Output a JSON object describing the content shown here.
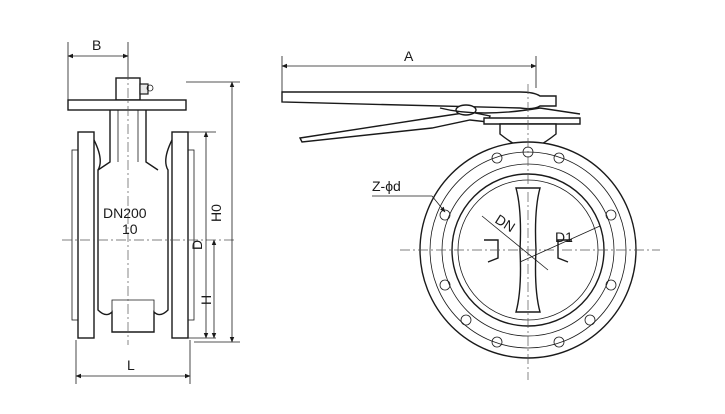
{
  "labels": {
    "B": "B",
    "A": "A",
    "H0": "H0",
    "D": "D",
    "H": "H",
    "L": "L",
    "DN_code": "DN200",
    "PN_code": "10",
    "Z_phi_d": "Z-ϕd",
    "DN": "DN",
    "D1": "D1"
  }
}
